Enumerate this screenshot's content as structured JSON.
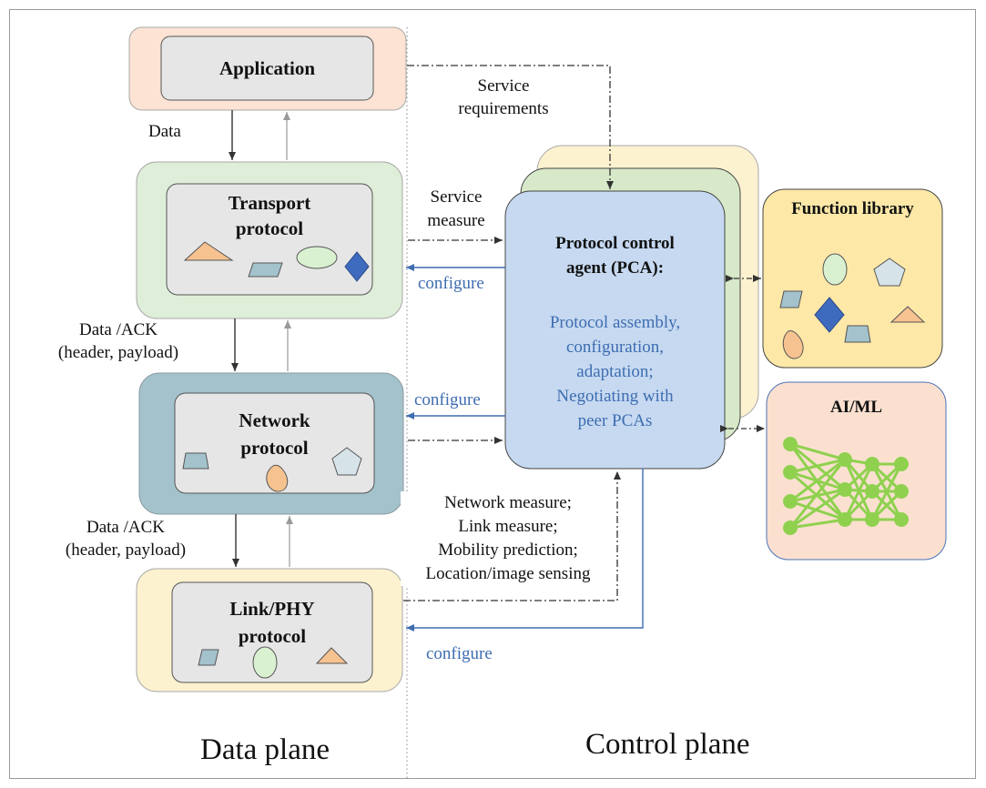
{
  "layers": {
    "application": "Application",
    "transport": "Transport\nprotocol",
    "network": "Network\nprotocol",
    "link": "Link/PHY\nprotocol"
  },
  "edges": {
    "data": "Data",
    "data_ack_1": "Data /ACK\n(header, payload)",
    "data_ack_2": "Data /ACK\n(header, payload)",
    "service_requirements": "Service\nrequirements",
    "service_measure": "Service\nmeasure",
    "configure_transport": "configure",
    "configure_network": "configure",
    "configure_link": "configure",
    "measures": "Network measure;\nLink measure;\nMobility prediction;\nLocation/image sensing"
  },
  "pca": {
    "title": "Protocol control\nagent (PCA):",
    "description": "Protocol assembly,\nconfiguration,\nadaptation;\nNegotiating with\npeer PCAs"
  },
  "function_library": {
    "title": "Function library"
  },
  "aiml": {
    "title": "AI/ML"
  },
  "planes": {
    "data_plane": "Data plane",
    "control_plane": "Control plane"
  },
  "colors": {
    "application_outer": "#fce3d3",
    "transport_outer": "#dfeed8",
    "network_outer": "#a3c2cc",
    "link_outer": "#fdf2cf",
    "inner": "#e6e6e6",
    "pca": "#c6d9f1",
    "pca_back1": "#d7e9c8",
    "pca_back2": "#fdf2cf",
    "function_library": "#fde8a8",
    "aiml": "#fbe0d0",
    "configure_text": "#3e6db0",
    "nn": "#8fd14f"
  }
}
